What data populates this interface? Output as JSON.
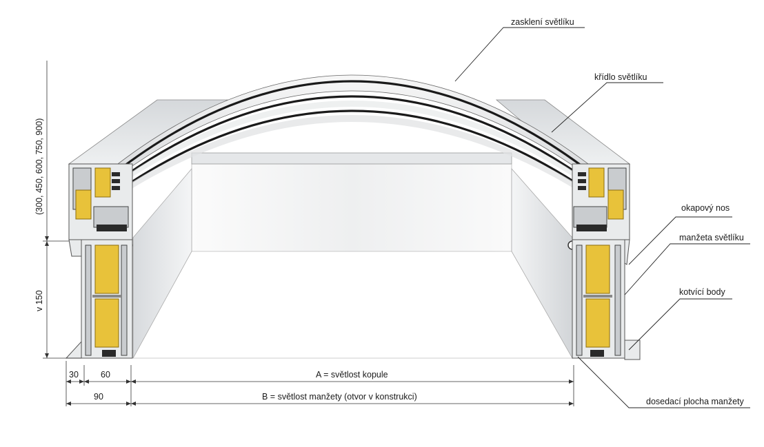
{
  "labels": {
    "glazing": "zasklení světlíku",
    "sash": "křídlo světlíku",
    "drip_nose": "okapový nos",
    "collar": "manžeta světlíku",
    "anchor_points": "kotvící body",
    "collar_seat": "dosedací plocha manžety"
  },
  "dimensions": {
    "sash_heights": "(300, 450, 600, 750, 900)",
    "collar_height": "v 150",
    "d30": "30",
    "d60": "60",
    "d90": "90",
    "a_span": "A = světlost kopule",
    "b_span": "B = světlost manžety (otvor v konstrukci)"
  },
  "colors": {
    "insulation": "#e8c23a",
    "gasket": "#2a2a2a",
    "frame": "#e9ebec",
    "inner_wall": "#f2f3f4"
  }
}
